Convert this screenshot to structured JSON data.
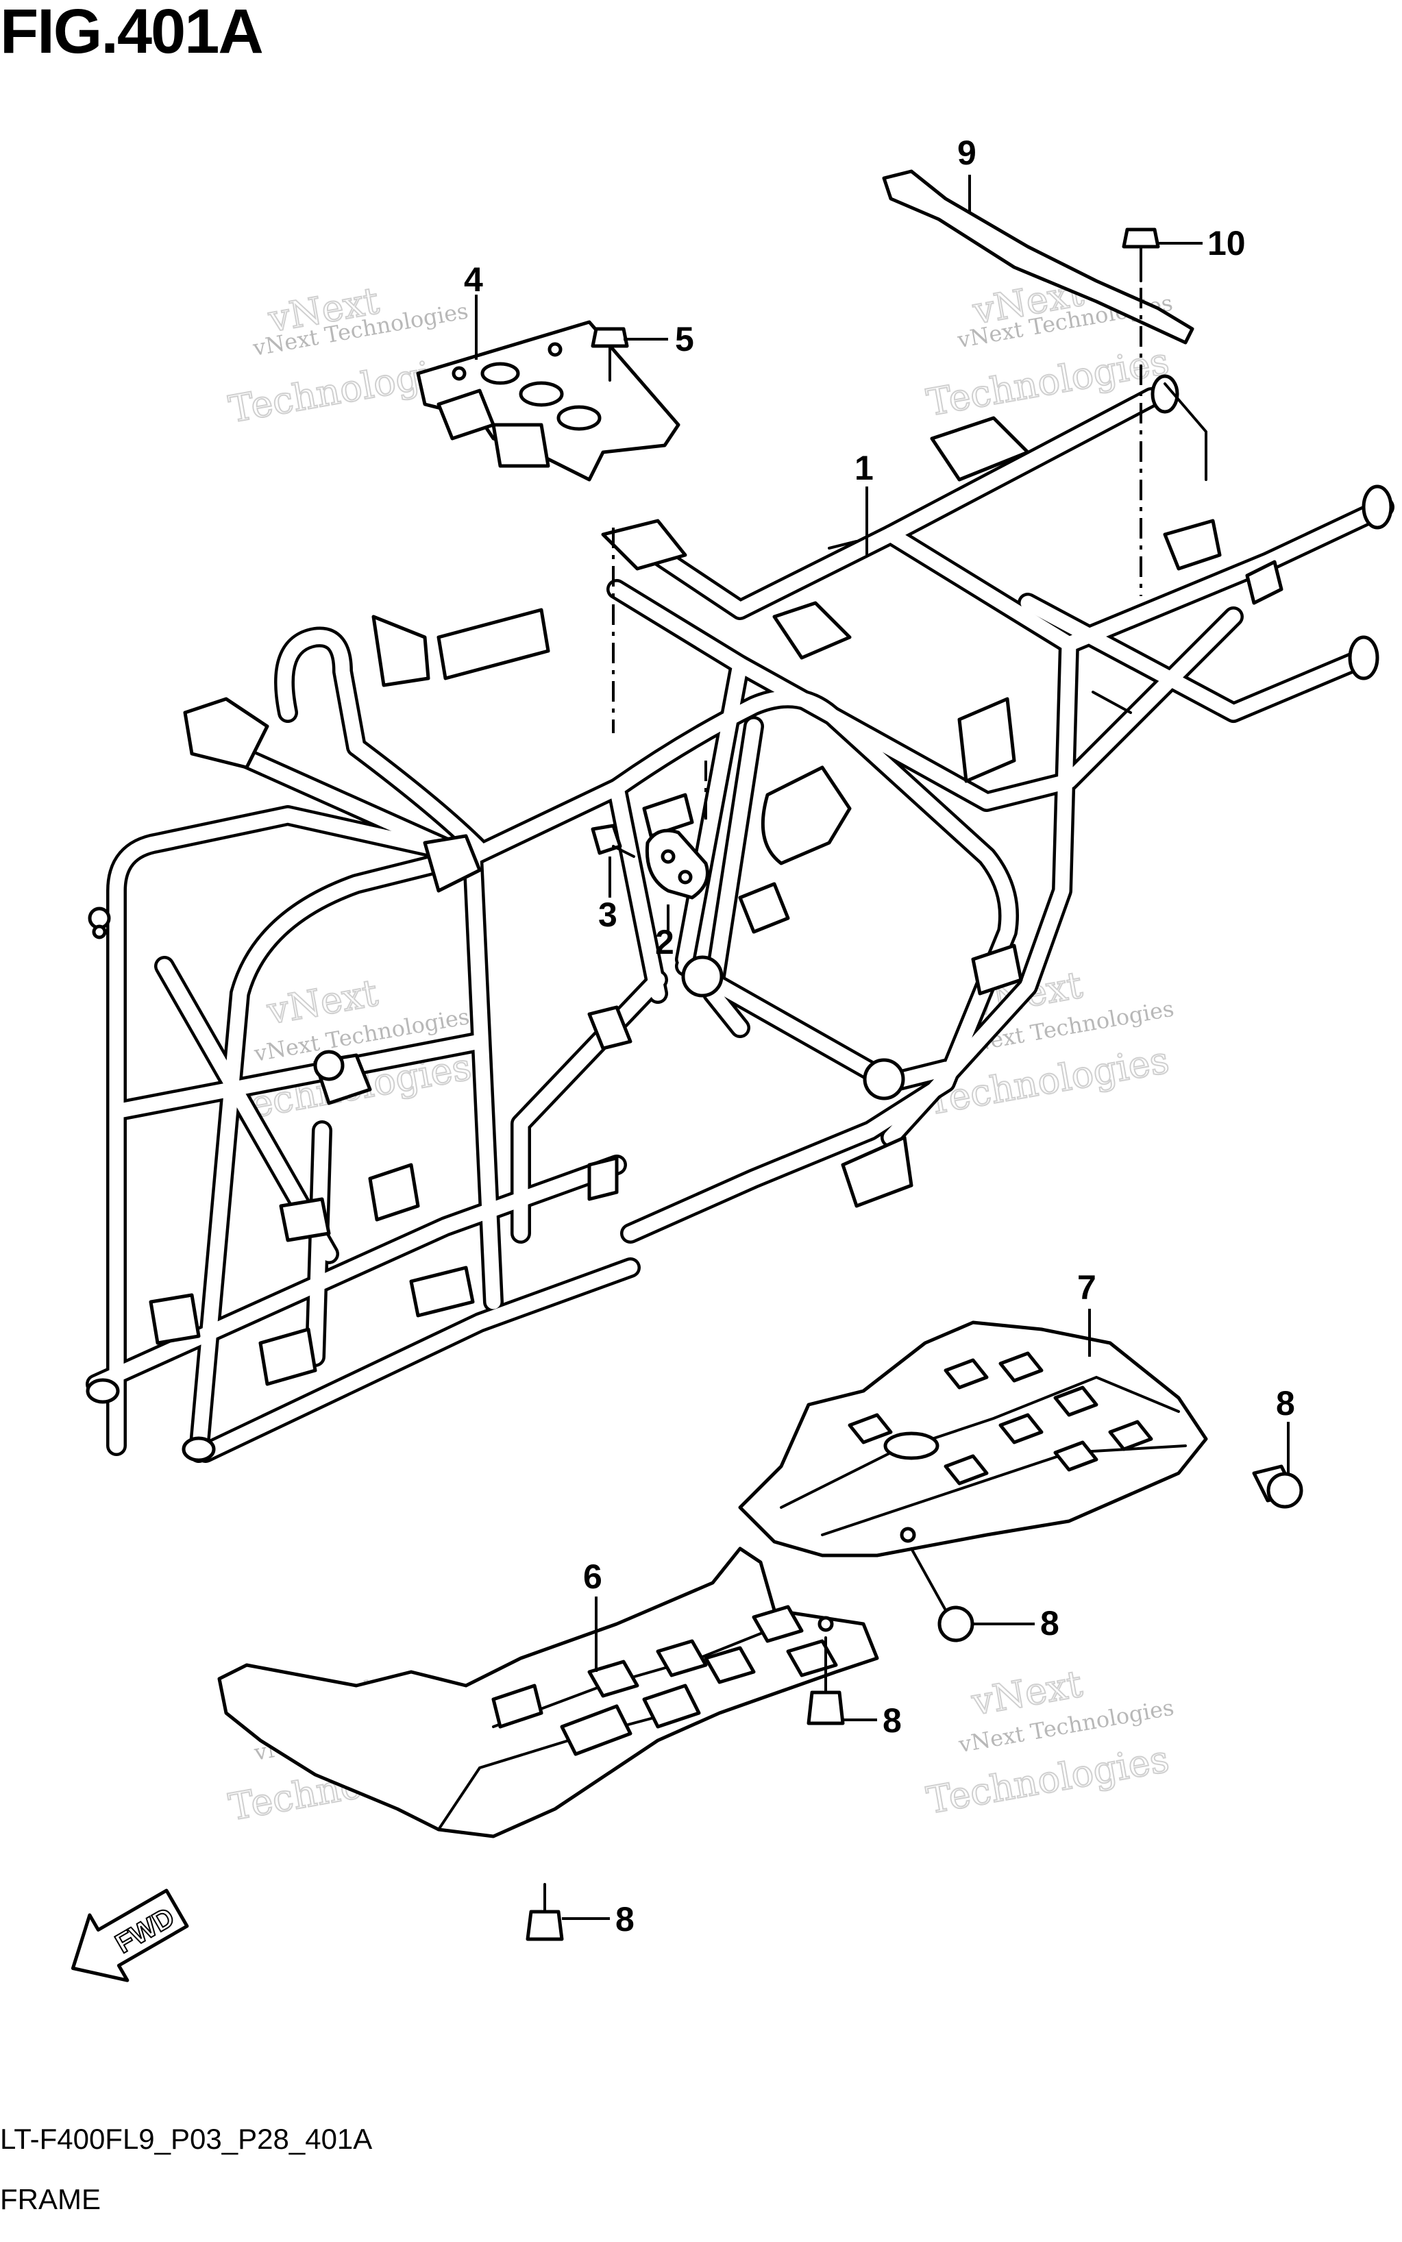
{
  "figure": {
    "title": "FIG.401A",
    "model_code": "LT-F400FL9_P03_P28_401A",
    "section_name": "FRAME"
  },
  "watermark": {
    "small_text": "vNext Technologies",
    "large_text": "Technologies",
    "top_text": "vNext"
  },
  "callouts": [
    "1",
    "2",
    "3",
    "4",
    "5",
    "6",
    "7",
    "8",
    "9",
    "10"
  ],
  "fwd_label": "FWD"
}
